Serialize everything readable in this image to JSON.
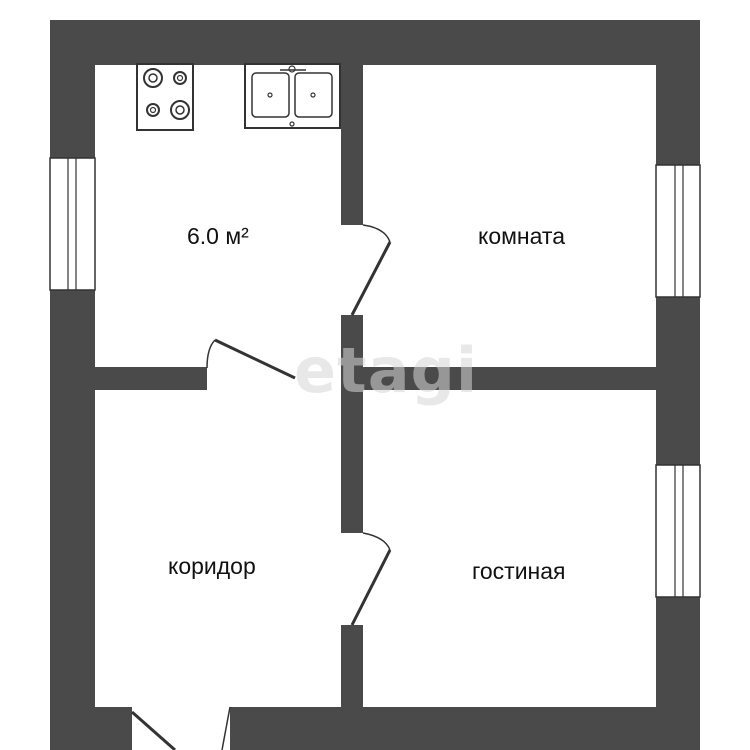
{
  "rooms": {
    "kitchen": {
      "label": "6.0 м²"
    },
    "komnata": {
      "label": "комната"
    },
    "koridor": {
      "label": "коридор"
    },
    "gostinaya": {
      "label": "гостиная"
    }
  },
  "watermark": {
    "text": "etagi"
  },
  "colors": {
    "wall": "#4a4a4a",
    "floor": "#ffffff",
    "fixture_stroke": "#333333",
    "watermark": "#d7d7d7"
  }
}
